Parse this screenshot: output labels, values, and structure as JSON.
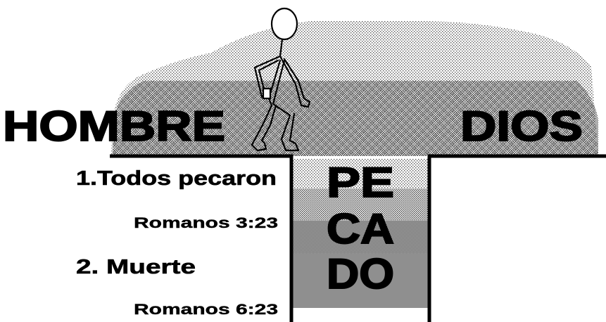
{
  "left_side": {
    "label": "HOMBRE"
  },
  "right_side": {
    "label": "DIOS"
  },
  "gap": {
    "syllables": [
      "PE",
      "CA",
      "DO"
    ]
  },
  "points": [
    {
      "text": "1.Todos pecaron",
      "reference": "Romanos 3:23"
    },
    {
      "text": "2. Muerte",
      "reference": "Romanos 6:23"
    }
  ],
  "colors": {
    "ink": "#000000",
    "shade": "#9a9a9a",
    "pit_dark": "#8f8f8f",
    "background": "#ffffff"
  },
  "figure": {
    "icon": "walking-stick-figure-icon"
  }
}
